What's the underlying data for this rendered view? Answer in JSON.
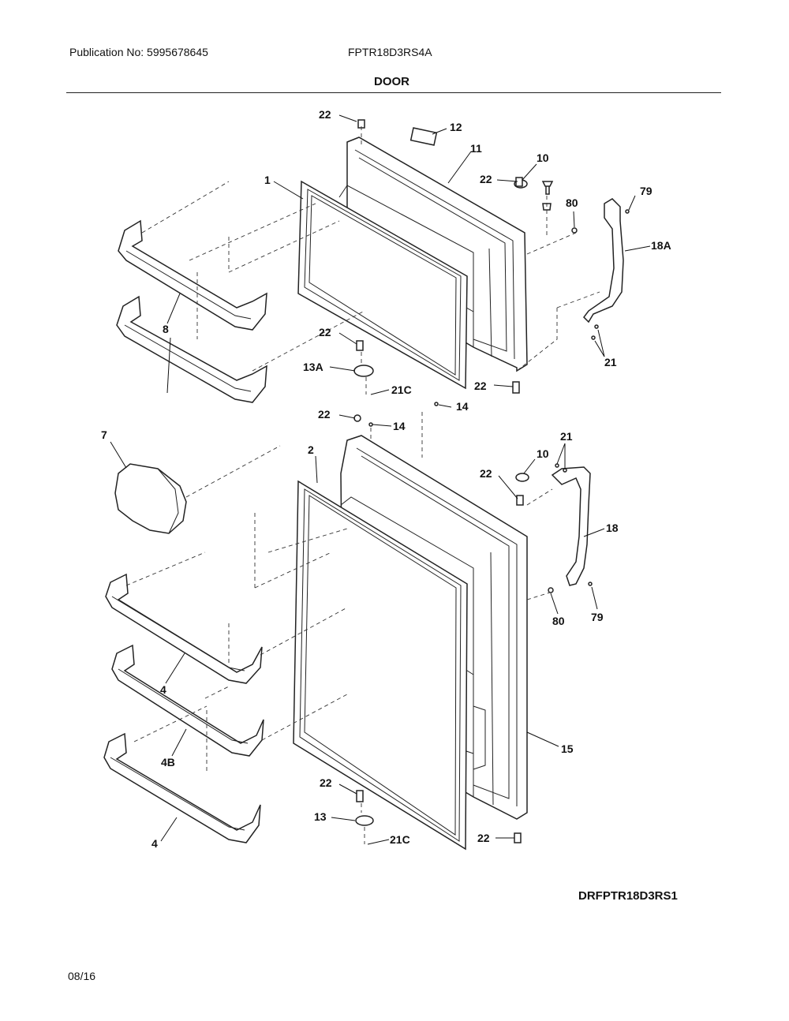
{
  "header": {
    "publication": "Publication No: 5995678645",
    "model": "FPTR18D3RS4A",
    "section": "DOOR"
  },
  "diagram_id": "DRFPTR18D3RS1",
  "footer_date": "08/16",
  "callouts": {
    "c22a": "22",
    "c12": "12",
    "c11": "11",
    "c10a": "10",
    "c22b": "22",
    "c79a": "79",
    "c80a": "80",
    "c18A": "18A",
    "c1": "1",
    "c8": "8",
    "c22c": "22",
    "c13A": "13A",
    "c21C_a": "21C",
    "c22d": "22",
    "c21a": "21",
    "c14a": "14",
    "c22e": "22",
    "c14b": "14",
    "c7": "7",
    "c2": "2",
    "c21b": "21",
    "c10b": "10",
    "c22f": "22",
    "c18": "18",
    "c80b": "80",
    "c79b": "79",
    "c4a": "4",
    "c4B": "4B",
    "c15": "15",
    "c22g": "22",
    "c13": "13",
    "c21C_b": "21C",
    "c22h": "22",
    "c4b": "4"
  }
}
